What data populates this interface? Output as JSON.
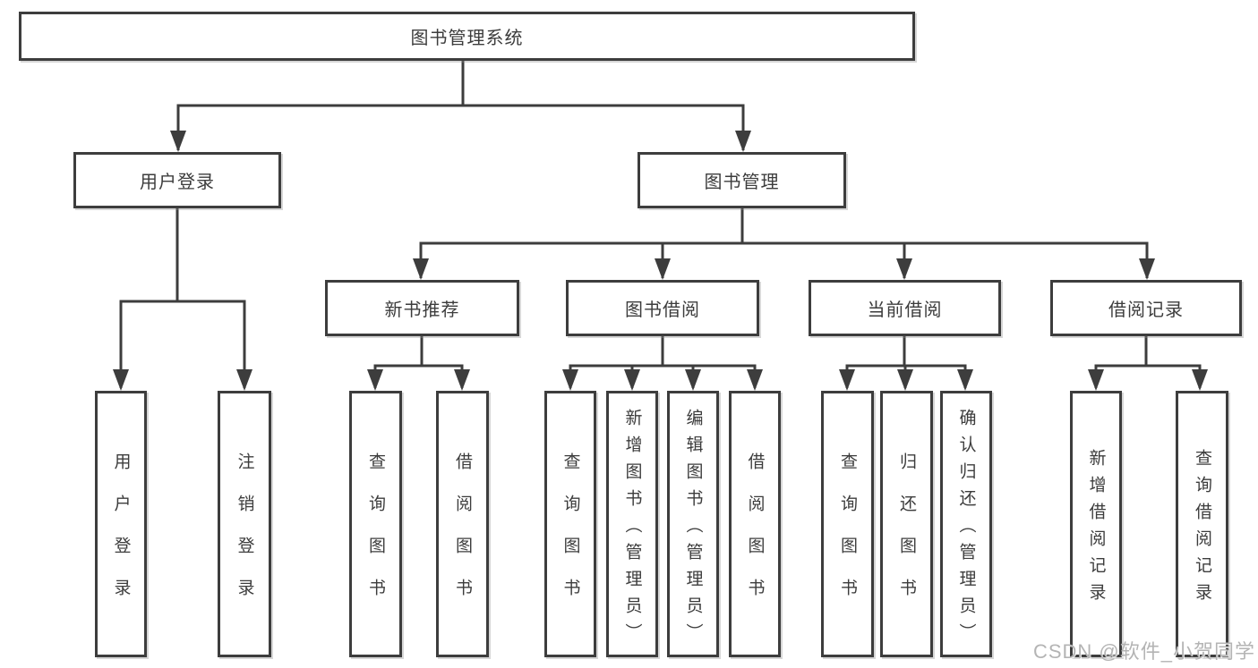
{
  "diagram_type": "hierarchy-functional-structure",
  "colors": {
    "line": "#3d3d3d",
    "text": "#3c3c3c",
    "box_background": "#ffffff",
    "watermark": "#b4b4b4"
  },
  "tree": {
    "root": "图书管理系统",
    "children": [
      {
        "label": "用户登录",
        "children": [
          {
            "label": "用户登录"
          },
          {
            "label": "注销登录"
          }
        ]
      },
      {
        "label": "图书管理",
        "children": [
          {
            "label": "新书推荐",
            "children": [
              {
                "label": "查询图书"
              },
              {
                "label": "借阅图书"
              }
            ]
          },
          {
            "label": "图书借阅",
            "children": [
              {
                "label": "查询图书"
              },
              {
                "label": "新增图书（管理员）"
              },
              {
                "label": "编辑图书（管理员）"
              },
              {
                "label": "借阅图书"
              }
            ]
          },
          {
            "label": "当前借阅",
            "children": [
              {
                "label": "查询图书"
              },
              {
                "label": "归还图书"
              },
              {
                "label": "确认归还（管理员）"
              }
            ]
          },
          {
            "label": "借阅记录",
            "children": [
              {
                "label": "新增借阅记录"
              },
              {
                "label": "查询借阅记录"
              }
            ]
          }
        ]
      }
    ]
  },
  "watermark": "CSDN @软件_小贺同学"
}
